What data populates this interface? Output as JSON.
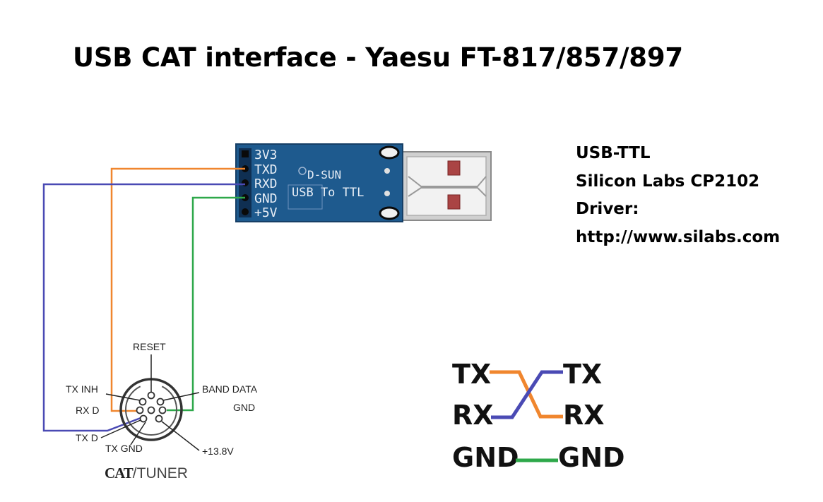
{
  "title": "USB CAT interface - Yaesu FT-817/857/897",
  "info": {
    "line1": "USB-TTL",
    "line2": "Silicon Labs CP2102",
    "line3": "Driver:",
    "line4": "http://www.silabs.com"
  },
  "board": {
    "pins": [
      "3V3",
      "TXD",
      "RXD",
      "GND",
      "+5V"
    ],
    "brand": "D-SUN",
    "name": "USB To TTL"
  },
  "din": {
    "reset": "RESET",
    "tx_inh": "TX INH",
    "band_data": "BAND DATA",
    "rx_d": "RX D",
    "gnd": "GND",
    "tx_d": "TX D",
    "tx_gnd": "TX GND",
    "v138": "+13.8V",
    "cat": "CAT",
    "tuner": "/TUNER"
  },
  "legend": {
    "tx_left": "TX",
    "tx_right": "TX",
    "rx_left": "RX",
    "rx_right": "RX",
    "gnd_left": "GND",
    "gnd_right": "GND"
  },
  "colors": {
    "tx": "#f0862e",
    "rx": "#4a4ab4",
    "gnd": "#2ea84a",
    "pcb": "#1e5a8e"
  }
}
